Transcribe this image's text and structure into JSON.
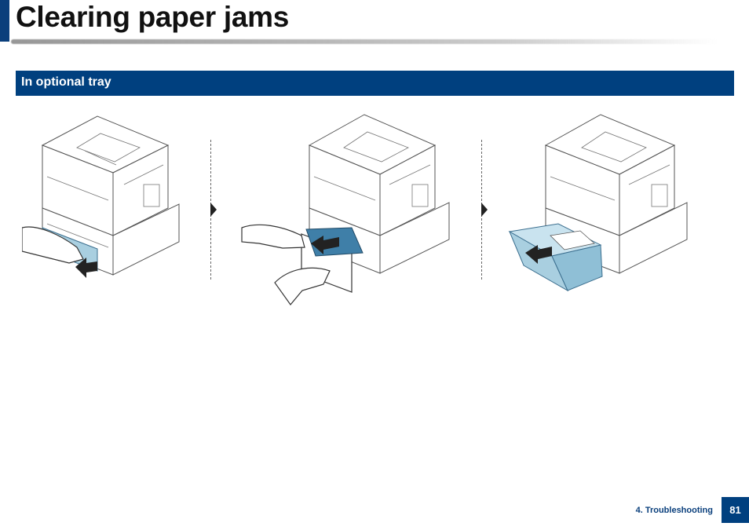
{
  "page": {
    "title": "Clearing paper jams"
  },
  "section": {
    "title": "In optional tray"
  },
  "figure": {
    "steps": [
      {
        "icon": "printer-pull-out-tray-icon"
      },
      {
        "icon": "printer-remove-jammed-paper-icon"
      },
      {
        "icon": "printer-insert-tray-icon"
      }
    ],
    "colors": {
      "accent": "#00407f",
      "tray_blue": "#a9cfe0",
      "paper_blue": "#3f7fa8"
    }
  },
  "footer": {
    "chapter": "4. Troubleshooting",
    "page_number": "81"
  }
}
